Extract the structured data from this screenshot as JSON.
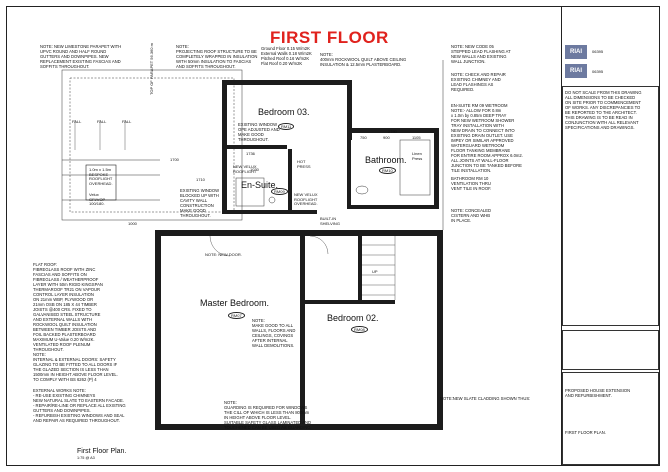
{
  "title": "FIRST FLOOR",
  "plan_title": "First Floor Plan.",
  "plan_scale": "1:75 @ A3",
  "rooms": {
    "bedroom03": "Bedroom 03.",
    "bedroom03_tag": "RM11",
    "ensuite": "En-Suite.",
    "ensuite_tag": "RM09",
    "bathroom": "Bathroom.",
    "bathroom_tag": "RM10",
    "master": "Master Bedroom.",
    "master_tag": "RM07",
    "bedroom02": "Bedroom 02.",
    "bedroom02_tag": "RM08"
  },
  "labels": {
    "top_parapet": "TOP OF PARAPET 56.360 m",
    "fall_1": "FALL",
    "fall_2": "FALL",
    "fall_3": "FALL",
    "dim_1700": "1700",
    "dim_1710": "1710",
    "dim_1736": "1736",
    "dim_1030": "1030",
    "dim_2790": "2790",
    "dim_750": "750",
    "dim_900": "900",
    "dim_1105": "1105",
    "dim_1000": "1000",
    "bespoke": "1.0m x 1.5m\nBESPOKE\nROOFLIGHT\nOVERHEAD.",
    "velux": "Velux\nGFI/VOP\n100/180.",
    "hotpress": "HOT\nPRESS",
    "linen": "Linen\nPress",
    "velux_rooflight": "NEW VELUX\nROOFLIGHT\nOVERHEAD.",
    "builtin": "BUILT-IN\nSHELVING",
    "new_door": "NOTE: NEW DOOR.",
    "stairs_up": "UP",
    "new_window": "NEW VELUX\nROOFLIGHT"
  },
  "notes": {
    "limestone": "NOTE: NEW LIMESTONE PARAPET WITH\nUPVC ROUND AND HALF ROUND\nGUTTERS AND DOWNPIPES. NEW\nREPLACEMENT EXISTING FASCIAS AND\nSOFFITS THROUGHOUT.",
    "projecting": "NOTE:\nPROJECTING ROOF STRUCTURE TO BE\nCOMPLETELY WRAPPED IN INSULATION\nWITH 50mm INSULATION TO FASCIAS\nAND SOFFITS THROUGHOUT.",
    "uvalues": "Ground Floor 0.15 W/m2K\nExternal Walls 0.18 W/m2K\nPitched Roof 0.16 W/m2K\nFlat Roof 0.20 W/m2K",
    "insulation": "NOTE:\n400mm ROCKWOOL QUILT ABOVE CEILING\nINSULATION & 12.5mm PLASTERBOARD.",
    "newcode": "NOTE: NEW CODE 05\nSTEPPED LEAD FLASHING AT\nNEW WALLS AND EXISTING\nWALL JUNCTION.",
    "chimney": "NOTE: CHECK AND REPAIR\nEXISTING CHIMNEY AND\nLEAD FLASHINGS AS\nREQUIRED.",
    "wetroom": "EN-SUITE RM 09 WETROOM\nNOTE:- ALLOW FOR 0.8m\nx 1.0m by 0.85m DEEP TRAY\nFOR NEW WETROOM SHOWER\nTRAY INSTALLATION WITH\nNEW DRAIN TO CONNECT INTO\nEXISTING DRAIN OUTLET. USE\nIMPEY OR SIMILAR APPROVED\nWATERGUARD WETROOM\nFLOOR TANKING MEMBRANE\nFOR ENTIRE ROOM APPROX 6.0m2.\nALL JOINTS AT WALL-FLOOR\nJUNCTION TO BE TANKED BEFORE\nTILE INSTALLATION.",
    "bathroom_vent": "BATHROOM RM 10\nVENTILATION THRU\nVENT TILE IN ROOF.",
    "concealed": "NOTE: CONCEALED\nCISTERN AND WHB\nIN PLACE.",
    "window_adjusted": "EXISTING WINDOW\nOPE ADJUSTED AND\nMAKE GOOD\nTHROUGHOUT.",
    "window_blocked": "EXISTING WINDOW\nBLOCKED UP WITH\nCAVITY WALL\nCONSTRUCTION\nMAKE GOOD\nTHROUGHOUT.",
    "flat_roof": "FLAT ROOF:\nFIBREGLASS ROOF WITH ZINC\nFASCIAS AND SOFFITS ON\nFIBREGLASS / WEATHERPROOF\nLAYER WITH 50m RIGID KINGSPAN\nTHERMAROOF TR21 ON VAPOUR\nCONTROL LAYER INSULATION\nON 21mm WBP, PLYWOOD OR\n21mm OSB ON 185 X 44 TIMBER\nJOISTS @400 CRS. FIXED TO\nGALVANISED STEEL STRUCTURE\nAND EXTERNAL WALLS WITH\nROCKWOOL QUILT INSULATION\nBETWEEN TIMBER JOISTS AND\nFOIL BACKED PLASTERBOARD\nMAXIMUM U-Value 0.20 W/m2K.\nVENTILATED ROOF PLENUM\nTHROUGHOUT.",
    "safety": "NOTE:\nINTERNAL & EXTERNAL DOORS: SAFETY\nGLAZING TO BE FITTED TO ALL DOORS IF\nTHE GLAZED SECTION IS LESS THAN\n1500mm IN HEIGHT ABOVE FLOOR LEVEL.\nTO COMPLY WITH BS 6262 (P) 4",
    "external_works": "EXTERNAL WORKS NOTE:\n-   RE-USE EXISTING CHIMNEYS\n    NEW NATURAL SLATE TO EASTERN FACADE.\n-   REPAIR/RE-LINE OR REPLACE ALL EXISTING\n    GUTTERS AND DOWNPIPES.\n-   REFURBISH EXISTING WINDOWS AND SEAL\n    AND REPAIR AS REQUIRED THROUGHOUT.",
    "make_good": "NOTE:\nMAKE GOOD TO ALL\nWALLS, FLOORS AND\nCEILINGS, COVINGS\nAFTER INTERNAL\nWALL DEMOLITIONS.",
    "guarding": "NOTE:\nGUARDING IS REQUIRED FOR WINDOWS\nTHE CILL OF WHICH IS LESS THAN 800mm\nIN HEIGHT ABOVE FLOOR LEVEL.\nSUITABLE SAFETY GLASS LAMINATED AND\nTOUGHENED CAN BE USED AS GUARDING",
    "slate": "NOTE:NEW SLATE CLADDING SHOWN THUS:"
  },
  "titleblock": {
    "logo1": "RIAI",
    "logo2": "RIAI",
    "num1": "06395",
    "num2": "06395",
    "general_notes": "DO NOT SCALE FROM THIS DRAWING\nALL DIMENSIONS TO BE CHECKED\nON SITE PRIOR TO COMMENCEMENT\nOF WORKS. ANY DISCREPANCIES TO\nBE REPORTED TO THE ARCHITECT.\nTHIS DRAWING IS TO BE READ IN\nCONJUNCTION WITH ALL RELEVANT\nSPECIFICATIONS AND DRAWINGS.",
    "project": "PROPOSED HOUSE EXTENSION\nAND REFURBISHMENT.",
    "drawing": "FIRST FLOOR PLAN."
  }
}
